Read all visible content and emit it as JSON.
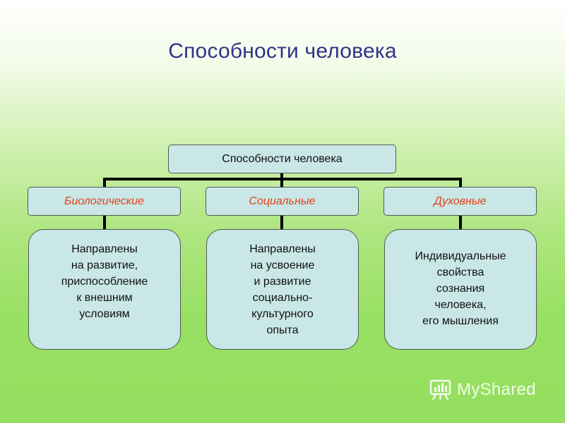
{
  "slide": {
    "title": "Способности человека"
  },
  "diagram": {
    "root": "Способности человека",
    "categories": [
      {
        "label": "Биологические",
        "description": "Направлены\nна развитие,\nприспособление\nк внешним\nусловиям"
      },
      {
        "label": "Социальные",
        "description": "Направлены\nна усвоение\nи развитие\nсоциально-\nкультурного\nопыта"
      },
      {
        "label": "Духовные",
        "description": "Индивидуальные\nсвойства\nсознания\nчеловека,\nего мышления"
      }
    ]
  },
  "watermark": {
    "text": "MyShared",
    "icon": "myshared-logo-icon"
  },
  "colors": {
    "title": "#2f3387",
    "box_fill": "#c9e7e6",
    "category_text": "#e2401c",
    "background_top": "#ffffff",
    "background_bottom": "#94df5f"
  }
}
